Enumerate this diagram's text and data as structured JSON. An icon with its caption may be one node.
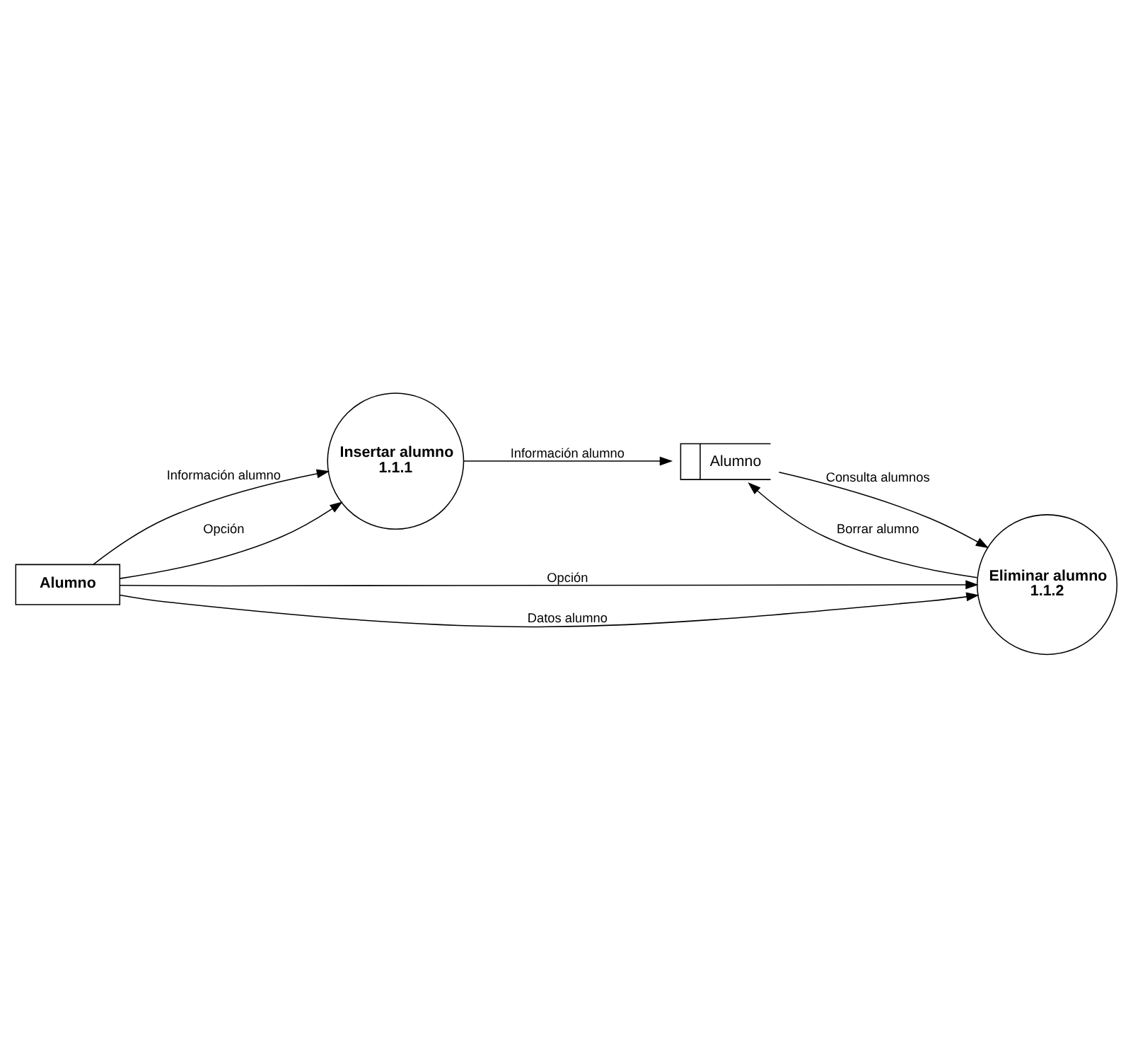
{
  "diagram": {
    "nodes": [
      {
        "text": [
          "Alumno"
        ]
      },
      {
        "text": [
          "Insertar alumno",
          "1.1.1"
        ]
      },
      {
        "text": [
          "Alumno"
        ]
      },
      {
        "text": [
          "Eliminar alumno",
          "1.1.2"
        ]
      }
    ],
    "edges": [
      {
        "from": 0,
        "to": 1,
        "arrow": "to",
        "label": "Información alumno"
      },
      {
        "from": 0,
        "to": 1,
        "arrow": "to",
        "label": "Opción"
      },
      {
        "from": 1,
        "to": 2,
        "arrow": "to",
        "label": "Información alumno"
      },
      {
        "from": 3,
        "to": 2,
        "arrow": "to",
        "label": "Borrar alumno"
      },
      {
        "from": 0,
        "to": 3,
        "arrow": "to",
        "label": "Opción"
      },
      {
        "from": 0,
        "to": 3,
        "arrow": "to",
        "label": "Datos alumno"
      },
      {
        "from": 2,
        "to": 3,
        "arrow": "to",
        "label": "Consulta alumnos"
      }
    ]
  }
}
